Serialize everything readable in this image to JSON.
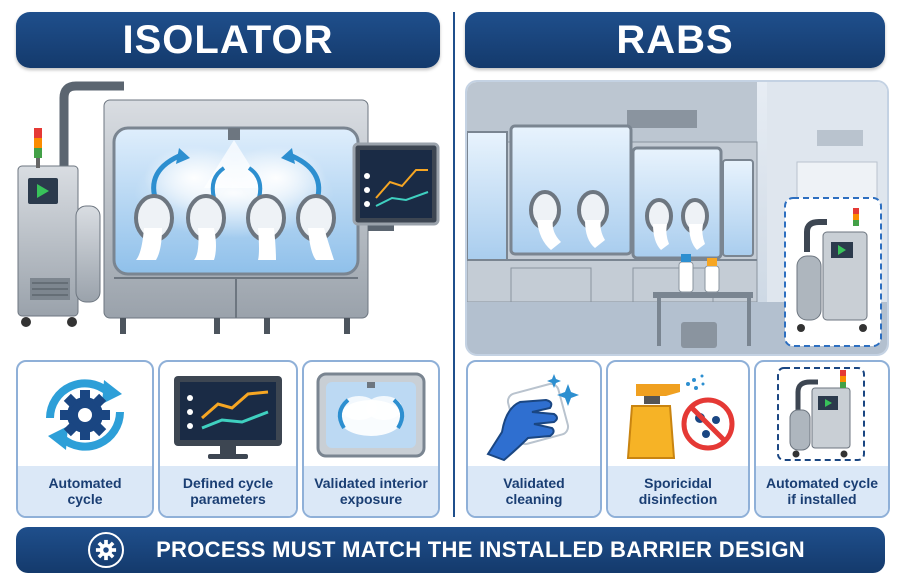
{
  "left_column": {
    "title": "ISOLATOR",
    "cards": [
      {
        "line1": "Automated",
        "line2": "cycle",
        "icon": "rotating-gear-icon"
      },
      {
        "line1": "Defined cycle",
        "line2": "parameters",
        "icon": "monitor-graph-icon"
      },
      {
        "line1": "Validated interior",
        "line2": "exposure",
        "icon": "vapor-chamber-icon"
      }
    ]
  },
  "right_column": {
    "title": "RABS",
    "cards": [
      {
        "line1": "Validated",
        "line2": "cleaning",
        "icon": "gloved-hand-wipe-icon"
      },
      {
        "line1": "Sporicidal",
        "line2": "disinfection",
        "icon": "spray-bottle-icon"
      },
      {
        "line1": "Automated cycle",
        "line2": "if installed",
        "icon": "portable-generator-icon"
      }
    ]
  },
  "footer": {
    "text": "PROCESS MUST MATCH THE INSTALLED BARRIER DESIGN",
    "icon": "gear-icon"
  },
  "colors": {
    "navy": "#1a4682",
    "card_border": "#8fb0d8",
    "caption_bg": "#dbe8f7",
    "accent_blue": "#2d8fd0"
  }
}
